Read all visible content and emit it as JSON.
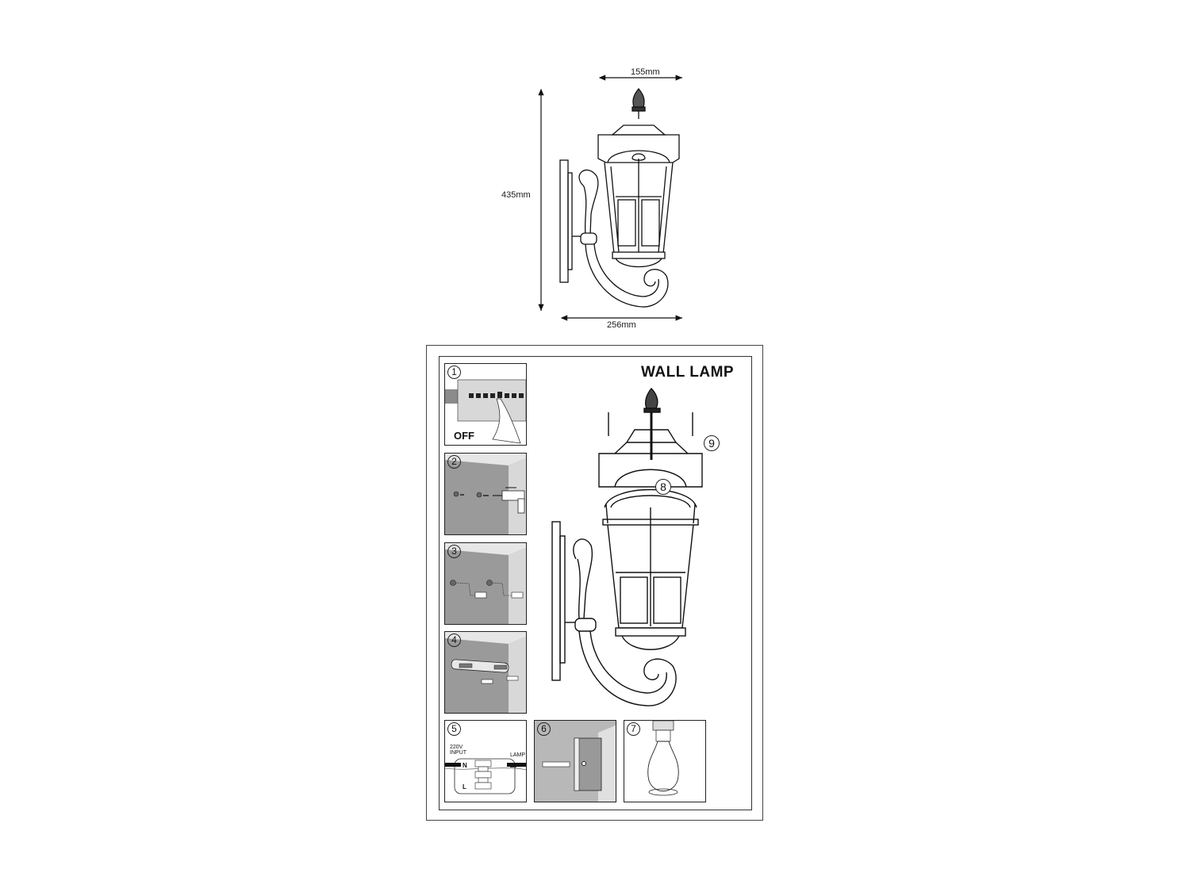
{
  "dimension_drawing": {
    "width_top": "155mm",
    "height": "435mm",
    "depth_bottom": "256mm"
  },
  "instruction_sheet": {
    "title": "WALL LAMP",
    "steps": [
      {
        "number": "1",
        "label": "OFF",
        "description": "Switch off circuit breaker",
        "icon": "circuit-breaker-icon"
      },
      {
        "number": "2",
        "description": "Drill holes in wall",
        "icon": "drill-icon"
      },
      {
        "number": "3",
        "description": "Insert wall plugs",
        "icon": "wall-plug-icon"
      },
      {
        "number": "4",
        "description": "Screw mounting bracket to wall",
        "icon": "bracket-screws-icon"
      },
      {
        "number": "5",
        "input_label": "220V INPUT",
        "output_label": "LAMP",
        "terminal_n": "N",
        "terminal_l": "L",
        "description": "Connect wiring terminal block",
        "icon": "terminal-block-icon"
      },
      {
        "number": "6",
        "description": "Fix wall plate with screws",
        "icon": "wall-plate-icon"
      },
      {
        "number": "7",
        "description": "Screw in bulb",
        "icon": "light-bulb-icon"
      }
    ],
    "assembly_callouts": [
      "8",
      "9"
    ]
  }
}
